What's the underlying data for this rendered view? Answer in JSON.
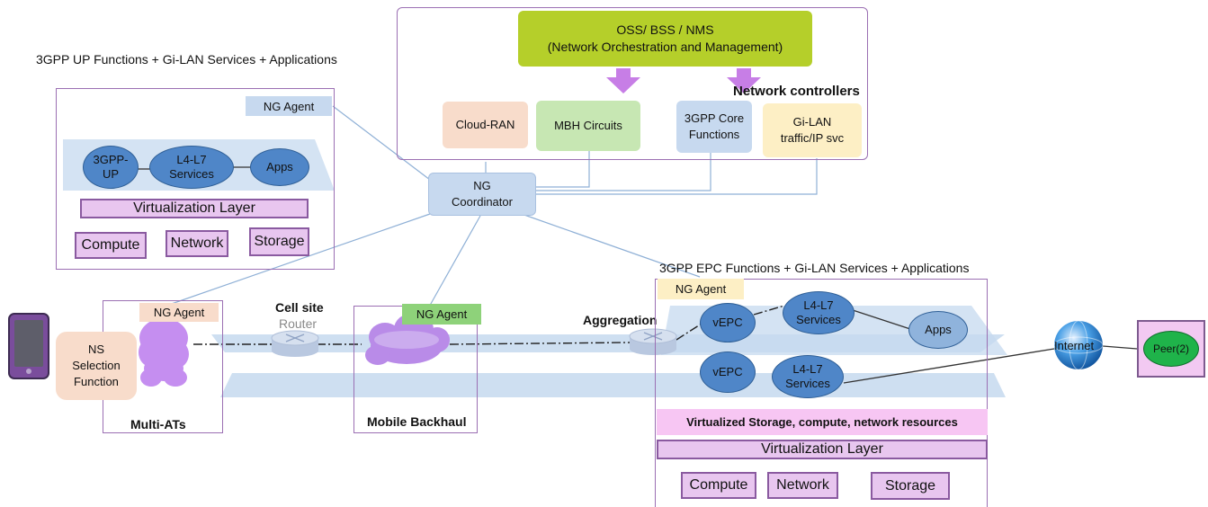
{
  "orchestration": {
    "line1": "OSS/ BSS / NMS",
    "line2": "(Network Orchestration and Management)"
  },
  "controllers": {
    "title": "Network controllers",
    "items": [
      "Cloud-RAN",
      "MBH Circuits",
      "3GPP Core\nFunctions",
      "Gi-LAN\ntraffic/IP svc"
    ]
  },
  "up_domain": {
    "title": "3GPP UP Functions + Gi-LAN Services + Applications",
    "ng_agent": "NG Agent",
    "functions": [
      "3GPP-\nUP",
      "L4-L7\nServices",
      "Apps"
    ],
    "virtualization_layer": "Virtualization Layer",
    "resources": [
      "Compute",
      "Network",
      "Storage"
    ]
  },
  "coordinator": {
    "label": "NG\nCoordinator"
  },
  "access": {
    "ng_agent": "NG Agent",
    "ns_selection": "NS\nSelection\nFunction",
    "label": "Multi-ATs"
  },
  "cell_site": {
    "line1": "Cell site",
    "line2": "Router"
  },
  "backhaul": {
    "ng_agent": "NG Agent",
    "label": "Mobile Backhaul"
  },
  "aggregation": {
    "label": "Aggregation"
  },
  "epc_domain": {
    "title": "3GPP EPC Functions + Gi-LAN Services + Applications",
    "ng_agent": "NG Agent",
    "row1": [
      "vEPC",
      "L4-L7\nServices",
      "Apps"
    ],
    "row2": [
      "vEPC",
      "L4-L7\nServices"
    ],
    "virtualized_resources": "Virtualized Storage, compute, network resources",
    "virtualization_layer": "Virtualization Layer",
    "resources": [
      "Compute",
      "Network",
      "Storage"
    ]
  },
  "internet": {
    "label": "Internet"
  },
  "peer": {
    "label": "Peer(2)"
  },
  "colors": {
    "frame": "#9b6fb3",
    "orchestration": "#b5cf2a",
    "cloud_ran": "#f8dccb",
    "mbh": "#c7e7b3",
    "core": "#c7d9ef",
    "gilan": "#fdefc5",
    "ng_agent": "#c7d9ef",
    "function_ellipse": "#4f86c8",
    "lavender": "#e8c6ef",
    "plane": "#c5d9ef",
    "peer_fill": "#1fb34a"
  }
}
